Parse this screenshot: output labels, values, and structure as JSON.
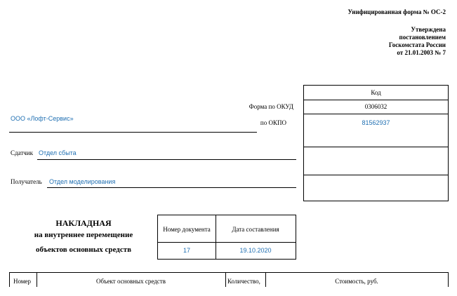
{
  "form_header": {
    "unified_form": "Унифицированная форма № ОС-2",
    "approved_line1": "Утверждена",
    "approved_line2": "постановлением",
    "approved_line3": "Госкомстата России",
    "approved_line4": "от 21.01.2003 № 7"
  },
  "codes": {
    "code_header": "Код",
    "okud_label": "Форма по ОКУД",
    "okud_value": "0306032",
    "okpo_label": "по ОКПО",
    "okpo_value": "81562937"
  },
  "organization": "ООО «Лофт-Сервис»",
  "sender": {
    "label": "Сдатчик",
    "value": "Отдел сбыта"
  },
  "receiver": {
    "label": "Получатель",
    "value": "Отдел моделирования"
  },
  "title": {
    "line1": "НАКЛАДНАЯ",
    "line2": "на внутреннее перемещение",
    "line3": "объектов основных средств"
  },
  "document": {
    "number_label": "Номер документа",
    "date_label": "Дата составления",
    "number_value": "17",
    "date_value": "19.10.2020"
  },
  "items_table": {
    "columns": [
      "Номер",
      "Объект основных средств",
      "Количество,",
      "Стоимость, руб."
    ]
  }
}
